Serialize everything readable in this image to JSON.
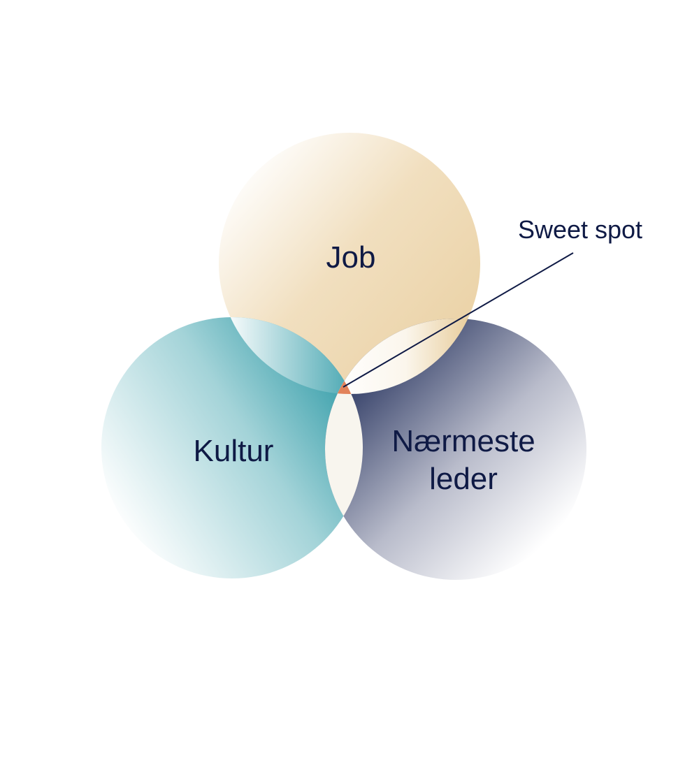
{
  "diagram": {
    "type": "venn",
    "sets": [
      {
        "id": "job",
        "label": "Job",
        "color": "#ecd5aa"
      },
      {
        "id": "kultur",
        "label": "Kultur",
        "color": "#45a5b0"
      },
      {
        "id": "leder",
        "label_line1": "Nærmeste",
        "label_line2": "leder",
        "color": "#2e3a63"
      }
    ],
    "intersection": {
      "label": "Sweet spot",
      "color": "#e2825a"
    },
    "text_color": "#0f1a45"
  }
}
